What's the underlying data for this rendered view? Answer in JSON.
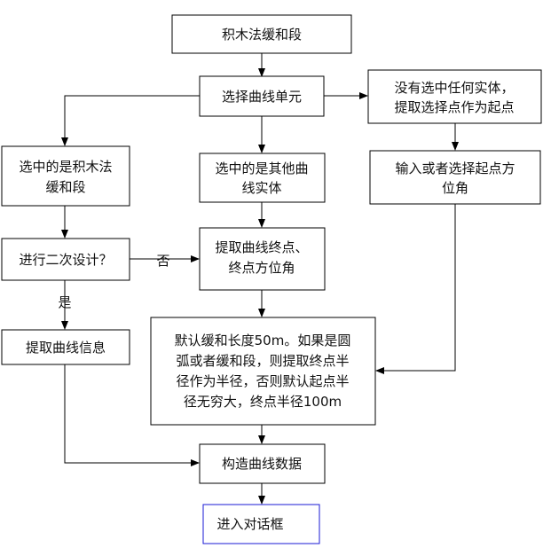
{
  "nodes": {
    "start": "积木法缓和段",
    "select": "选择曲线单元",
    "none_selected_1": "没有选中任何实体，",
    "none_selected_2": "提取选择点作为起点",
    "input_start_1": "输入或者选择起点方",
    "input_start_2": "位角",
    "block_selected_1": "选中的是积木法",
    "block_selected_2": "缓和段",
    "other_selected_1": "选中的是其他曲",
    "other_selected_2": "线实体",
    "redesign_q": "进行二次设计？",
    "extract_end_1": "提取曲线终点、",
    "extract_end_2": "终点方位角",
    "extract_info": "提取曲线信息",
    "default_1": "默认缓和长度50m。如果是圆",
    "default_2": "弧或者缓和段，则提取终点半",
    "default_3": "径作为半径，否则默认起点半",
    "default_4": "径无穷大，终点半径100m",
    "build": "构造曲线数据",
    "dialog": "进入对话框"
  },
  "edge_labels": {
    "no": "否",
    "yes": "是"
  },
  "colors": {
    "line": "#000000",
    "final_box_border": "#1a1ad6"
  }
}
